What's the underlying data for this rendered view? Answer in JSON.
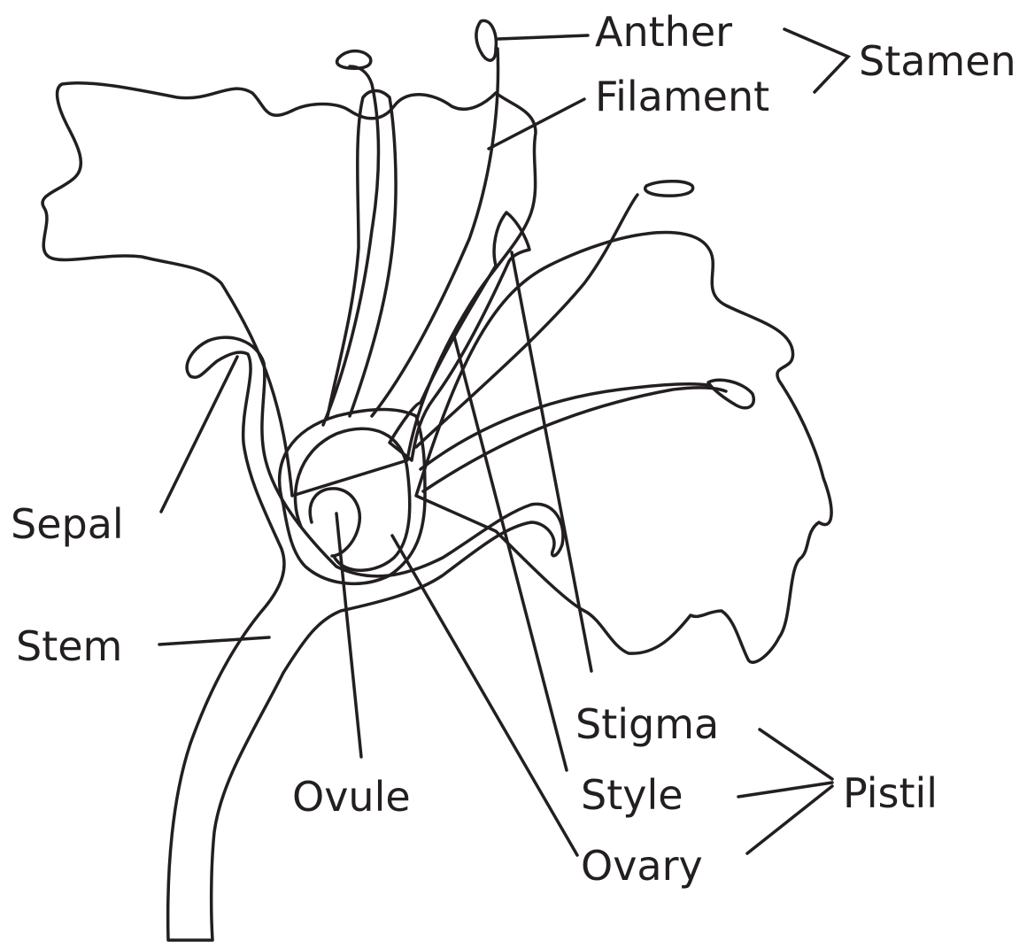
{
  "labels": {
    "anther": "Anther",
    "filament": "Filament",
    "stamen": "Stamen",
    "sepal": "Sepal",
    "stem": "Stem",
    "ovule": "Ovule",
    "stigma": "Stigma",
    "style": "Style",
    "ovary": "Ovary",
    "pistil": "Pistil"
  },
  "colors": {
    "petal_tint": "#c996a6",
    "stem_dark": "#00a651",
    "stem_light": "#8dc63f",
    "ovary_outer": "#f26522",
    "ovary_inner": "#f7941d",
    "style_yellow": "#f9e11e",
    "anther": "#f7941d",
    "line": "#231f20"
  }
}
